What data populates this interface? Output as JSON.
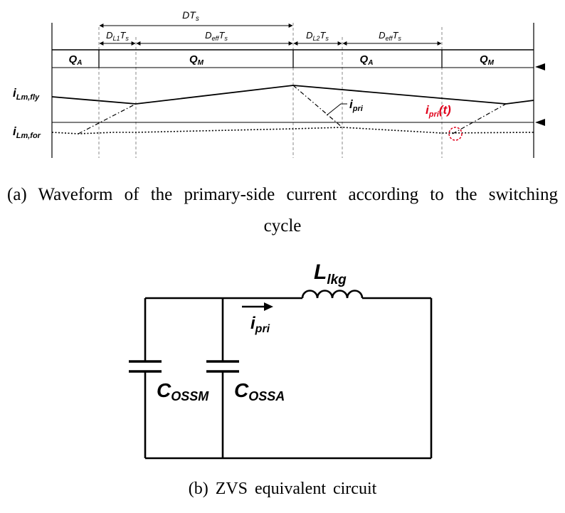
{
  "waveform": {
    "span_labels": {
      "dts": "DT",
      "dts_sub": "s",
      "dl1": "D",
      "dl1_sub": "L1",
      "dl1_t": "T",
      "dl1_t_sub": "s",
      "deff1": "D",
      "deff1_sub": "eff",
      "deff1_t": "T",
      "deff1_t_sub": "s",
      "dl2": "D",
      "dl2_sub": "L2",
      "dl2_t": "T",
      "dl2_t_sub": "s",
      "deff2": "D",
      "deff2_sub": "eff",
      "deff2_t": "T",
      "deff2_t_sub": "s"
    },
    "switch_states": [
      {
        "main": "Q",
        "sub": "A"
      },
      {
        "main": "Q",
        "sub": "M"
      },
      {
        "main": "Q",
        "sub": "A"
      },
      {
        "main": "Q",
        "sub": "M"
      }
    ],
    "signals": {
      "ilm_fly": {
        "main": "i",
        "sub": "Lm,fly"
      },
      "ilm_for": {
        "main": "i",
        "sub": "Lm,for"
      },
      "ipri": {
        "main": "i",
        "sub": "pri"
      },
      "ipri_t": {
        "main": "i",
        "sub": "pri",
        "suffix": "(t)"
      }
    },
    "highlight_color": "#e0001b"
  },
  "circuit": {
    "inductor": {
      "main": "L",
      "sub": "lkg"
    },
    "current": {
      "main": "i",
      "sub": "pri"
    },
    "cap_m": {
      "main": "C",
      "sub": "OSSM"
    },
    "cap_a": {
      "main": "C",
      "sub": "OSSA"
    }
  },
  "captions": {
    "a_line1": "(a) Waveform of the primary-side current according to the switching",
    "a_line2": "cycle",
    "b": "(b) ZVS equivalent circuit"
  }
}
